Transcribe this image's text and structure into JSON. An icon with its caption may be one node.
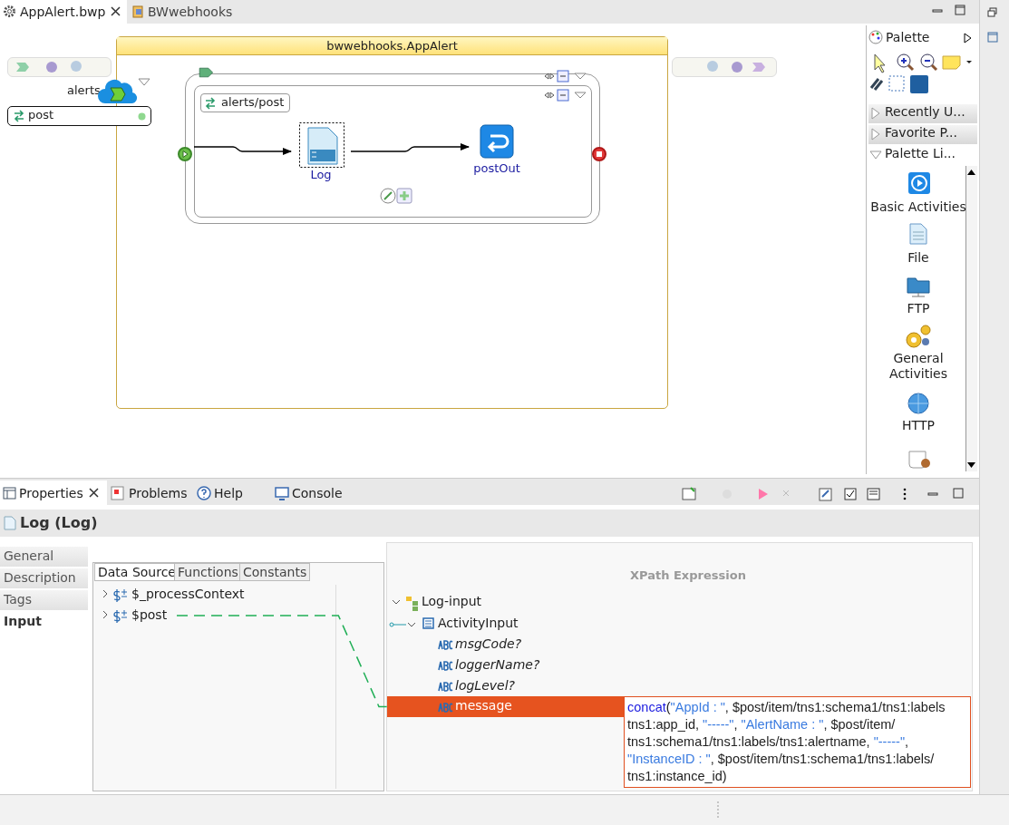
{
  "diagram": {
    "nodes": [
      {
        "text": [
          "bwwebhooks.AppAlert"
        ]
      },
      {
        "text": [
          "alerts"
        ]
      },
      {
        "text": [
          "post"
        ]
      },
      {
        "text": [],
        "shape": "box",
        "in": 0
      },
      {
        "text": [
          "alerts/post"
        ],
        "in": 3
      },
      {
        "text": [],
        "shape": "circle",
        "in": 0
      },
      {
        "text": [
          "Log"
        ],
        "in": 4
      },
      {
        "text": [
          "postOut"
        ],
        "in": 4
      },
      {
        "text": [],
        "shape": "circle",
        "in": 0
      },
      {
        "text": [
          "$post"
        ]
      },
      {
        "text": [
          "message"
        ]
      }
    ],
    "edges": [
      {
        "from": 5,
        "to": 6,
        "arrow": "to"
      },
      {
        "from": 6,
        "to": 7,
        "arrow": "to"
      },
      {
        "from": 9,
        "to": 10,
        "arrow": "none",
        "style": "dashed",
        "color": "#1fae55"
      }
    ],
    "labels": [
      "AppAlert.bwp",
      "BWwebhooks",
      "Palette",
      "Recently U...",
      "Favorite P...",
      "Palette Li...",
      "Basic Activities",
      "File",
      "FTP",
      "General Activities",
      "HTTP",
      "Properties",
      "Problems",
      "Help",
      "Console",
      "Log (Log)",
      "General",
      "Description",
      "Tags",
      "Input",
      "Data Source",
      "Functions",
      "Constants",
      "$_processContext",
      "XPath Expression",
      "Log-input",
      "ActivityInput",
      "msgCode?",
      "loggerName?",
      "logLevel?",
      "concat(\"AppId : \", $post/item/tns1:schema1/tns1:labels tns1:app_id, \"-----\", \"AlertName : \", $post/item/ tns1:schema1/tns1:labels/tns1:alertname, \"-----\", \"InstanceID : \", $post/item/tns1:schema1/tns1:labels/ tns1:instance_id)"
    ]
  }
}
